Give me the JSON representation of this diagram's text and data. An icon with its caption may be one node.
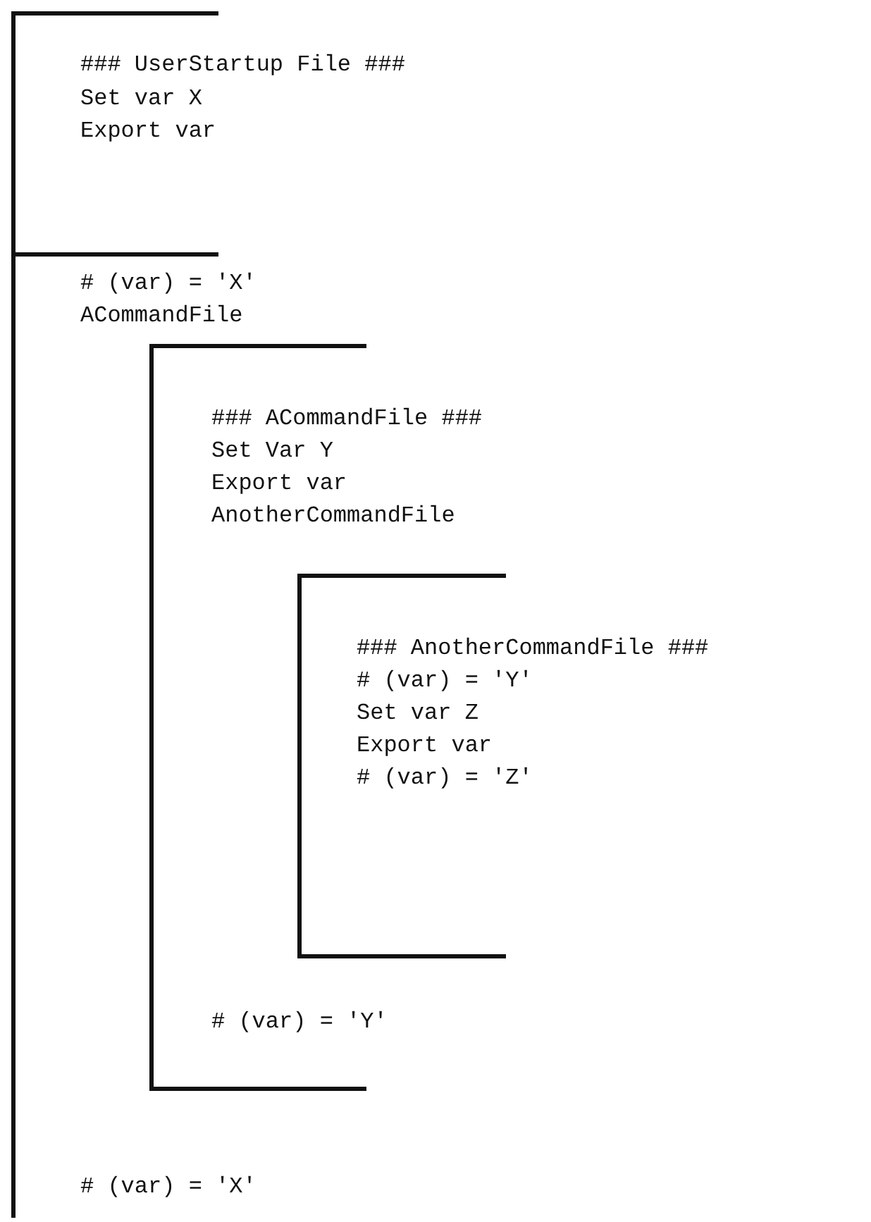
{
  "diagram": {
    "nodes": [
      {
        "text": [
          "### UserStartup File ###",
          "Set var X",
          "Export var",
          "# (var) = 'X'",
          "ACommandFile",
          "# (var) = 'X'"
        ]
      },
      {
        "text": [
          "### ACommandFile ###",
          "Set Var Y",
          "Export var",
          "AnotherCommandFile",
          "# (var) = 'Y'"
        ],
        "in": 0
      },
      {
        "text": [
          "### AnotherCommandFile ###",
          "# (var) = 'Y'",
          "Set var Z",
          "Export var",
          "# (var) = 'Z'"
        ],
        "in": 1
      }
    ]
  }
}
